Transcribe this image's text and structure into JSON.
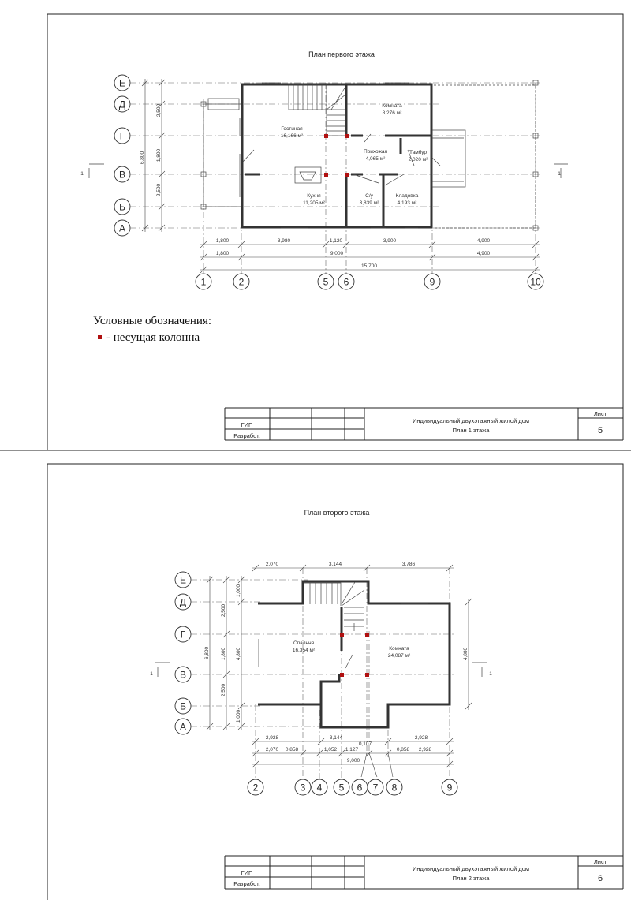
{
  "sheet1": {
    "title": "План первого этажа",
    "rows": [
      "Е",
      "Д",
      "Г",
      "В",
      "Б",
      "А"
    ],
    "columns": [
      "1",
      "2",
      "5",
      "6",
      "9",
      "10"
    ],
    "rooms": [
      {
        "name": "Комната",
        "area": "8,276 м²"
      },
      {
        "name": "Гостиная",
        "area": "16,166 м²"
      },
      {
        "name": "Прихожая",
        "area": "4,065 м²"
      },
      {
        "name": "Тамбур",
        "area": "2,020 м²"
      },
      {
        "name": "Кухня",
        "area": "11,205 м²"
      },
      {
        "name": "С/у",
        "area": "3,839 м²"
      },
      {
        "name": "Кладовка",
        "area": "4,193 м²"
      }
    ],
    "dims_vertical": [
      "6,800",
      "2,500",
      "1,800",
      "2,500"
    ],
    "dims_row1": [
      "1,800",
      "3,980",
      "1,120",
      "3,900",
      "4,900"
    ],
    "dims_row2": [
      "1,800",
      "9,000",
      "4,900"
    ],
    "dims_row3": [
      "15,700"
    ],
    "section_mark": "1",
    "legend_title": "Условные обозначения:",
    "legend_item": "- несущая колонна",
    "title_block": {
      "gip": "ГИП",
      "developer": "Разработ.",
      "project": "Индивидуальный двухэтажный жилой дом",
      "sheet_name": "План 1 этажа",
      "sheet_label": "Лист",
      "sheet_number": "5"
    }
  },
  "sheet2": {
    "title": "План второго этажа",
    "rows": [
      "Е",
      "Д",
      "Г",
      "В",
      "Б",
      "А"
    ],
    "columns": [
      "2",
      "3",
      "4",
      "5",
      "6",
      "7",
      "8",
      "9"
    ],
    "rooms": [
      {
        "name": "Спальня",
        "area": "16,354 м²"
      },
      {
        "name": "Комната",
        "area": "24,087 м²"
      }
    ],
    "dims_top": [
      "2,070",
      "3,144",
      "3,786"
    ],
    "dims_vertical_outer": [
      "6,800"
    ],
    "dims_vertical_mid": [
      "2,500",
      "1,800",
      "2,500"
    ],
    "dims_vertical_inner": [
      "1,000",
      "4,800",
      "1,000"
    ],
    "dims_vertical_right": [
      "4,800"
    ],
    "dims_row1": [
      "2,928",
      "3,144",
      "2,928"
    ],
    "dims_row2": [
      "2,070",
      "0,858",
      "1,052",
      "1,127",
      "0,107",
      "0,858",
      "2,928"
    ],
    "dims_row3": [
      "9,000"
    ],
    "section_mark": "1",
    "title_block": {
      "gip": "ГИП",
      "developer": "Разработ.",
      "project": "Индивидуальный двухэтажный жилой дом",
      "sheet_name": "План 2 этажа",
      "sheet_label": "Лист",
      "sheet_number": "6"
    }
  },
  "colors": {
    "column": "#b01010",
    "line": "#333333"
  }
}
